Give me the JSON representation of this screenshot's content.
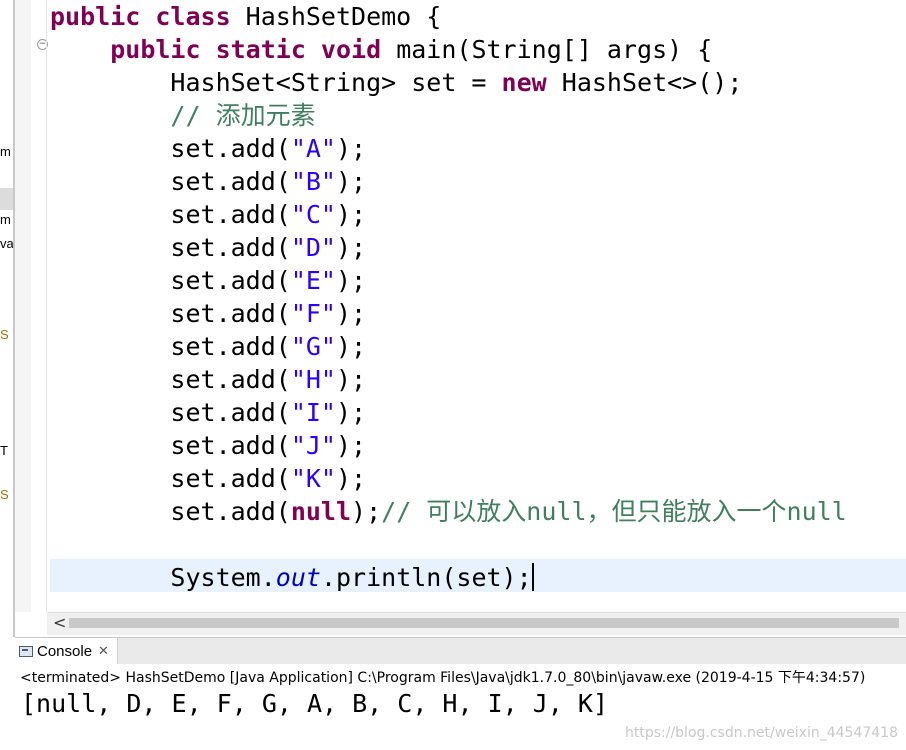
{
  "code": {
    "lines": [
      [
        {
          "t": "public class ",
          "c": "kw"
        },
        {
          "t": "HashSetDemo {",
          "c": ""
        }
      ],
      [
        {
          "t": "    ",
          "c": ""
        },
        {
          "t": "public static void ",
          "c": "kw"
        },
        {
          "t": "main(String[] args) {",
          "c": ""
        }
      ],
      [
        {
          "t": "        HashSet<String> set = ",
          "c": ""
        },
        {
          "t": "new ",
          "c": "kw"
        },
        {
          "t": "HashSet<>();",
          "c": ""
        }
      ],
      [
        {
          "t": "        // 添加元素",
          "c": "cm"
        }
      ],
      [
        {
          "t": "        set.add(",
          "c": ""
        },
        {
          "t": "\"A\"",
          "c": "str"
        },
        {
          "t": ");",
          "c": ""
        }
      ],
      [
        {
          "t": "        set.add(",
          "c": ""
        },
        {
          "t": "\"B\"",
          "c": "str"
        },
        {
          "t": ");",
          "c": ""
        }
      ],
      [
        {
          "t": "        set.add(",
          "c": ""
        },
        {
          "t": "\"C\"",
          "c": "str"
        },
        {
          "t": ");",
          "c": ""
        }
      ],
      [
        {
          "t": "        set.add(",
          "c": ""
        },
        {
          "t": "\"D\"",
          "c": "str"
        },
        {
          "t": ");",
          "c": ""
        }
      ],
      [
        {
          "t": "        set.add(",
          "c": ""
        },
        {
          "t": "\"E\"",
          "c": "str"
        },
        {
          "t": ");",
          "c": ""
        }
      ],
      [
        {
          "t": "        set.add(",
          "c": ""
        },
        {
          "t": "\"F\"",
          "c": "str"
        },
        {
          "t": ");",
          "c": ""
        }
      ],
      [
        {
          "t": "        set.add(",
          "c": ""
        },
        {
          "t": "\"G\"",
          "c": "str"
        },
        {
          "t": ");",
          "c": ""
        }
      ],
      [
        {
          "t": "        set.add(",
          "c": ""
        },
        {
          "t": "\"H\"",
          "c": "str"
        },
        {
          "t": ");",
          "c": ""
        }
      ],
      [
        {
          "t": "        set.add(",
          "c": ""
        },
        {
          "t": "\"I\"",
          "c": "str"
        },
        {
          "t": ");",
          "c": ""
        }
      ],
      [
        {
          "t": "        set.add(",
          "c": ""
        },
        {
          "t": "\"J\"",
          "c": "str"
        },
        {
          "t": ");",
          "c": ""
        }
      ],
      [
        {
          "t": "        set.add(",
          "c": ""
        },
        {
          "t": "\"K\"",
          "c": "str"
        },
        {
          "t": ");",
          "c": ""
        }
      ],
      [
        {
          "t": "        set.add(",
          "c": ""
        },
        {
          "t": "null",
          "c": "kw"
        },
        {
          "t": ");",
          "c": ""
        },
        {
          "t": "// 可以放入null，但只能放入一个null",
          "c": "cm"
        }
      ],
      [
        {
          "t": "",
          "c": ""
        }
      ],
      [
        {
          "t": "        System.",
          "c": ""
        },
        {
          "t": "out",
          "c": "fld"
        },
        {
          "t": ".println(set);",
          "c": ""
        }
      ]
    ]
  },
  "left_strip": {
    "fragments": [
      "m",
      "m",
      "va",
      "S",
      "T",
      "S"
    ]
  },
  "console": {
    "tab_label": "Console",
    "close_glyph": "✕",
    "status": "<terminated> HashSetDemo [Java Application] C:\\Program Files\\Java\\jdk1.7.0_80\\bin\\javaw.exe (2019-4-15 下午4:34:57)",
    "output": "[null, D, E, F, G, A, B, C, H, I, J, K]"
  },
  "scrollbar": {
    "left_arrow": "<"
  },
  "watermark": "https://blog.csdn.net/weixin_44547418",
  "colors": {
    "keyword": "#7f0055",
    "string": "#2a00ff",
    "comment": "#3f7f5f",
    "field": "#0000c0",
    "current_line": "#e8f2fe"
  }
}
